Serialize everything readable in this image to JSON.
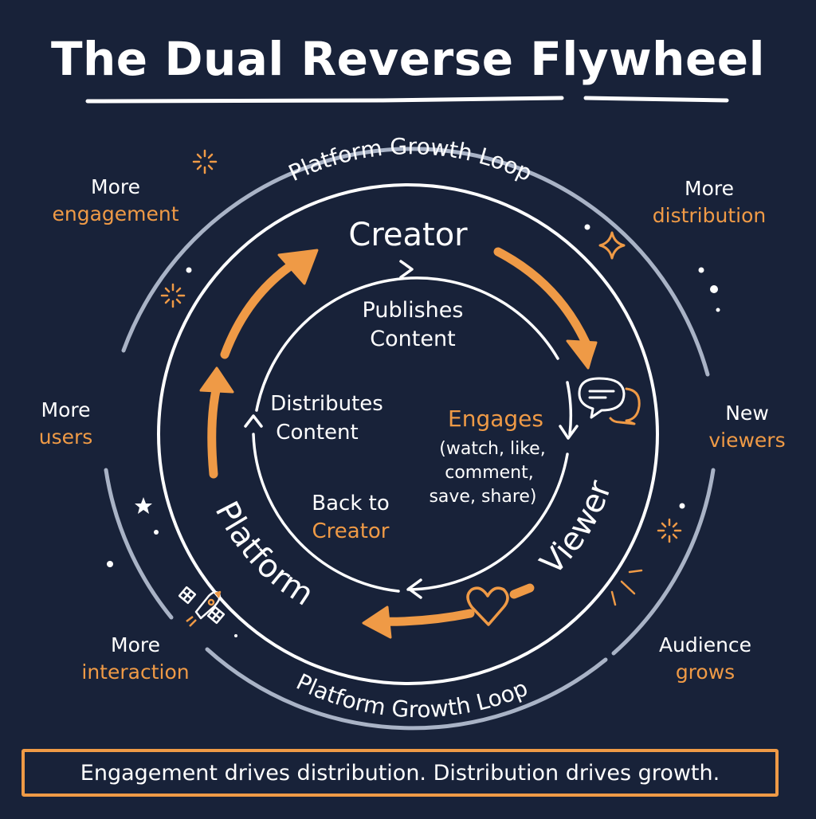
{
  "title": "The Dual Reverse Flywheel",
  "colors": {
    "background": "#182239",
    "accent": "#ef9a46",
    "primary_text": "#ffffff",
    "outer_ring": "#a9b3c6"
  },
  "outer_ring": {
    "top_label": "Platform Growth Loop",
    "bottom_label": "Platform Growth Loop"
  },
  "nodes": {
    "creator": "Creator",
    "viewer": "Viewer",
    "platform": "Platform"
  },
  "inner_steps": {
    "publishes": [
      "Publishes",
      "Content"
    ],
    "engages": {
      "heading": "Engages",
      "details": [
        "(watch, like,",
        "comment,",
        "save, share)"
      ]
    },
    "back_to": {
      "line1": "Back to",
      "line2": "Creator"
    },
    "distributes": [
      "Distributes",
      "Content"
    ]
  },
  "corner_labels": {
    "top_left": {
      "white": "More",
      "orange": "engagement"
    },
    "top_right": {
      "white": "More",
      "orange": "distribution"
    },
    "mid_left": {
      "white": "More",
      "orange": "users"
    },
    "mid_right": {
      "white": "New",
      "orange": "viewers"
    },
    "bottom_left": {
      "white": "More",
      "orange": "interaction"
    },
    "bottom_right": {
      "white": "Audience",
      "orange": "grows"
    }
  },
  "icons": {
    "chat": "chat-bubbles-icon",
    "heart": "heart-icon",
    "rocket": "rocket-satellite-icon",
    "sparkle": "sparkle-icon",
    "star": "star-icon"
  },
  "footer": "Engagement drives distribution. Distribution drives growth."
}
